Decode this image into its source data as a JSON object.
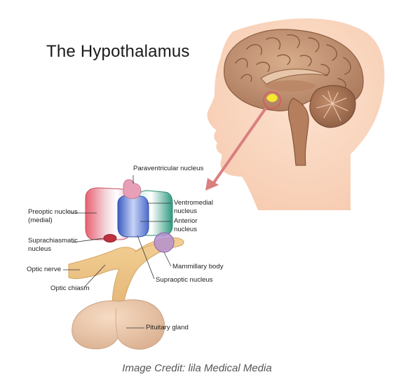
{
  "title": "The Hypothalamus",
  "credit": "Image Credit: lila Medical Media",
  "labels": {
    "paraventricular": "Paraventricular nucleus",
    "preoptic_line1": "Preoptic nucleus",
    "preoptic_line2": "(medial)",
    "ventromedial_line1": "Ventromedial",
    "ventromedial_line2": "nucleus",
    "anterior_line1": "Anterior",
    "anterior_line2": "nucleus",
    "suprachiasmatic_line1": "Suprachiasmatic",
    "suprachiasmatic_line2": "nucleus",
    "optic_nerve": "Optic nerve",
    "mammillary": "Mammillary body",
    "optic_chiasm": "Optic chiasm",
    "supraoptic": "Supraoptic nucleus",
    "pituitary": "Pituitary gland"
  },
  "colors": {
    "skin": "#f8d3b8",
    "brain": "#c89a78",
    "brain_dark": "#9c6a4c",
    "hypothalamus_highlight": "#f6e830",
    "arrow": "#d97f7f",
    "stalk": "#efc98f",
    "pituitary": "#eac5a5",
    "preoptic": "#e05d6f",
    "ventromedial": "#3aa08a",
    "anterior": "#5674c8",
    "paraventricular": "#e7a0b8",
    "suprachiasmatic": "#c0303f",
    "mammillary": "#a67dc0"
  }
}
